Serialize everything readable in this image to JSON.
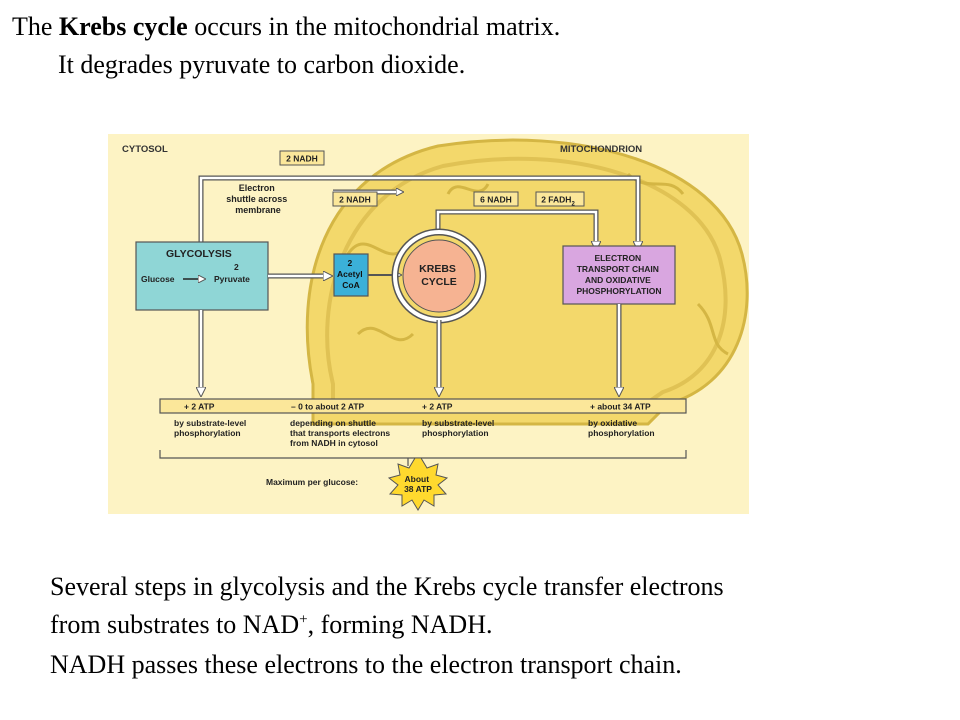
{
  "header": {
    "line1_prefix": "The ",
    "line1_bold": "Krebs cycle",
    "line1_suffix": " occurs in the mitochondrial matrix.",
    "line2": "It degrades pyruvate to carbon dioxide."
  },
  "diagram": {
    "colors": {
      "background": "#fdf3c4",
      "mitochondrion": "#f3d86b",
      "membrane_stroke": "#d4b644",
      "glycolysis_box": "#8fd6d6",
      "acetyl_box": "#3bb0d8",
      "krebs_circle": "#f6b392",
      "etc_box": "#d9a6e0",
      "label_box": "#fbe79a",
      "burst": "#ffd92e"
    },
    "region_left": "CYTOSOL",
    "region_right": "MITOCHONDRION",
    "nadh_top": "2 NADH",
    "shuttle_line1": "Electron",
    "shuttle_line2": "shuttle across",
    "shuttle_line3": "membrane",
    "nadh_mid": "2 NADH",
    "nadh_six": "6 NADH",
    "fadh_prefix": "2 FADH",
    "fadh_sub": "2",
    "glycolysis_title": "GLYCOLYSIS",
    "glucose": "Glucose",
    "pyruvate_count": "2",
    "pyruvate": "Pyruvate",
    "acetyl_count": "2",
    "acetyl_line1": "Acetyl",
    "acetyl_line2": "CoA",
    "krebs_line1": "KREBS",
    "krebs_line2": "CYCLE",
    "etc_line1": "ELECTRON",
    "etc_line2": "TRANSPORT CHAIN",
    "etc_line3": "AND OXIDATIVE",
    "etc_line4": "PHOSPHORYLATION",
    "atp1": "+ 2 ATP",
    "atp2": "– 0 to about 2 ATP",
    "atp3": "+ 2 ATP",
    "atp4": "+ about 34 ATP",
    "note1_line1": "by substrate-level",
    "note1_line2": "phosphorylation",
    "note2_line1": "depending on shuttle",
    "note2_line2": "that transports electrons",
    "note2_line3": "from NADH in cytosol",
    "note3_line1": "by substrate-level",
    "note3_line2": "phosphorylation",
    "note4_line1": "by oxidative",
    "note4_line2": "phosphorylation",
    "maximum_label": "Maximum per glucose:",
    "burst_line1": "About",
    "burst_line2": "38 ATP"
  },
  "body_text": {
    "line1": "Several steps in glycolysis and the Krebs cycle transfer electrons",
    "line2_prefix": "from substrates to NAD",
    "line2_sup": "+",
    "line2_suffix": ", forming NADH.",
    "line3": "NADH passes these electrons to the electron transport chain."
  }
}
